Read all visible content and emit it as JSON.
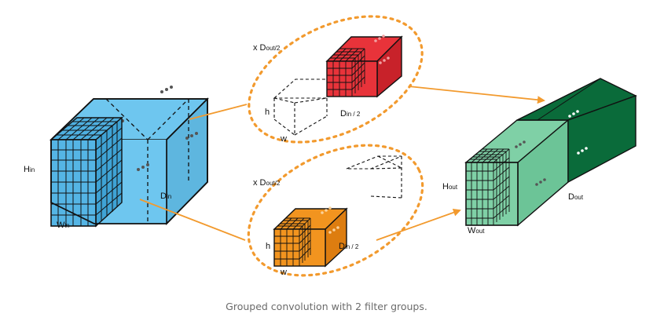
{
  "labels": {
    "h_in": "H",
    "h_in_sub": "in",
    "w_in": "W",
    "w_in_sub": "in",
    "d_in": "D",
    "d_in_sub": "in",
    "group1_mult": "x D",
    "group1_mult_sub": "out/2",
    "group1_h": "h",
    "group1_w": "w",
    "group1_d": "D",
    "group1_d_sub": "in / 2",
    "group2_mult": "x D",
    "group2_mult_sub": "out/2",
    "group2_h": "h",
    "group2_w": "w",
    "group2_d": "D",
    "group2_d_sub": "in / 2",
    "h_out": "H",
    "h_out_sub": "out",
    "w_out": "W",
    "w_out_sub": "out",
    "d_out": "D",
    "d_out_sub": "out",
    "caption": "Grouped convolution with 2 filter groups."
  },
  "colors": {
    "input": "#6ec6ef",
    "filter_group_1": "#e8333a",
    "filter_group_2": "#f2941f",
    "output_light": "#7fd0a6",
    "output_dark": "#0a6b3a",
    "arrows": "#f29a2e"
  }
}
